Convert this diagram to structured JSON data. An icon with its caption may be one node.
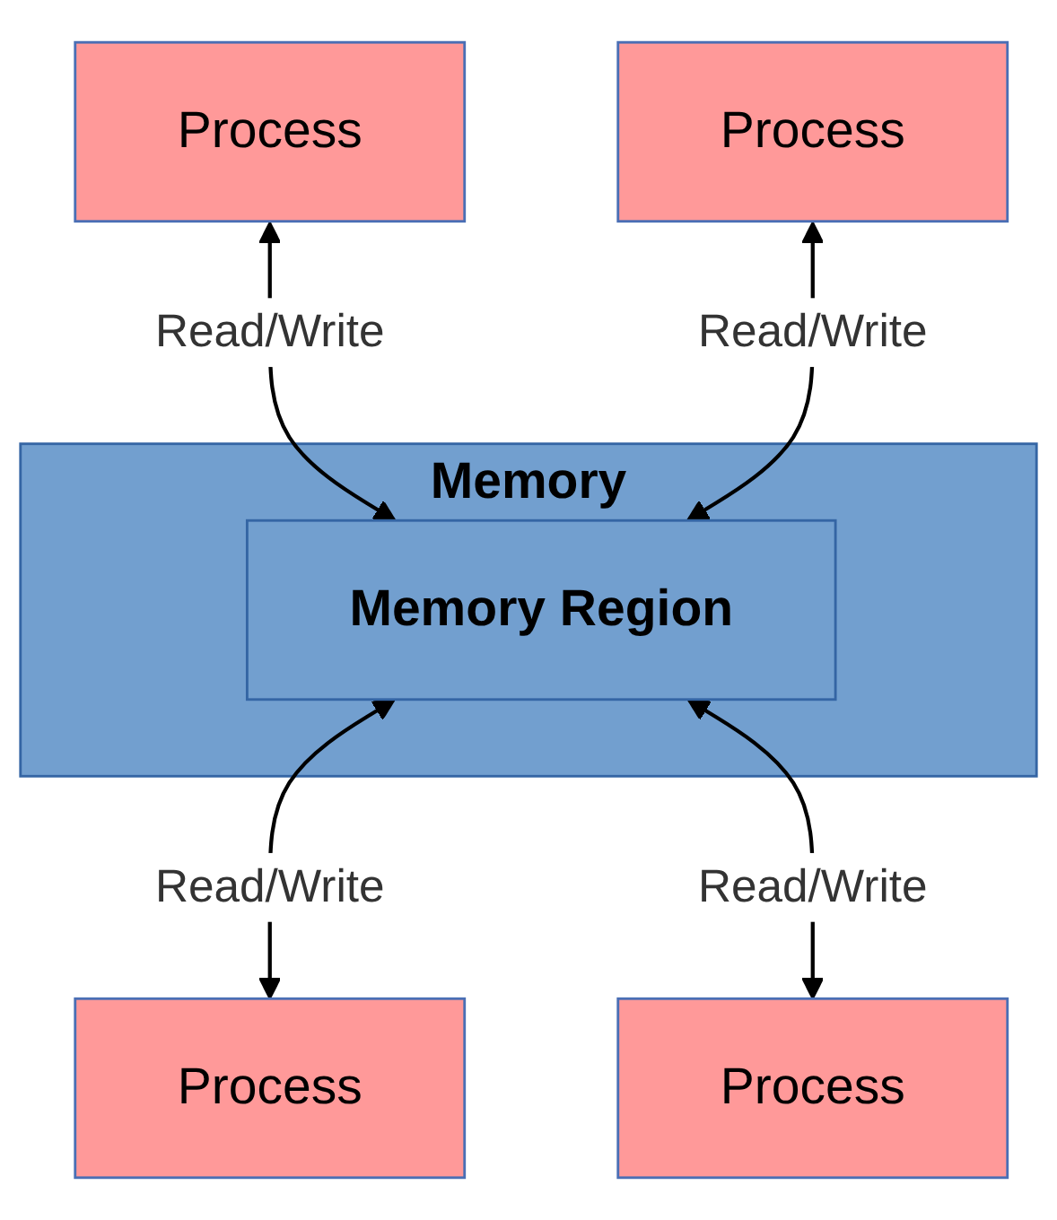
{
  "diagram": {
    "nodes": [
      {
        "text": [
          "Process"
        ]
      },
      {
        "text": [
          "Process"
        ]
      },
      {
        "text": [
          "Memory"
        ]
      },
      {
        "text": [
          "Memory Region"
        ],
        "in": 2
      },
      {
        "text": [
          "Process"
        ]
      },
      {
        "text": [
          "Process"
        ]
      }
    ],
    "edges": [
      {
        "from": 0,
        "to": 3,
        "arrow": "both",
        "label": "Read/Write"
      },
      {
        "from": 1,
        "to": 3,
        "arrow": "both",
        "label": "Read/Write"
      },
      {
        "from": 3,
        "to": 4,
        "arrow": "both",
        "label": "Read/Write"
      },
      {
        "from": 3,
        "to": 5,
        "arrow": "both",
        "label": "Read/Write"
      }
    ]
  }
}
